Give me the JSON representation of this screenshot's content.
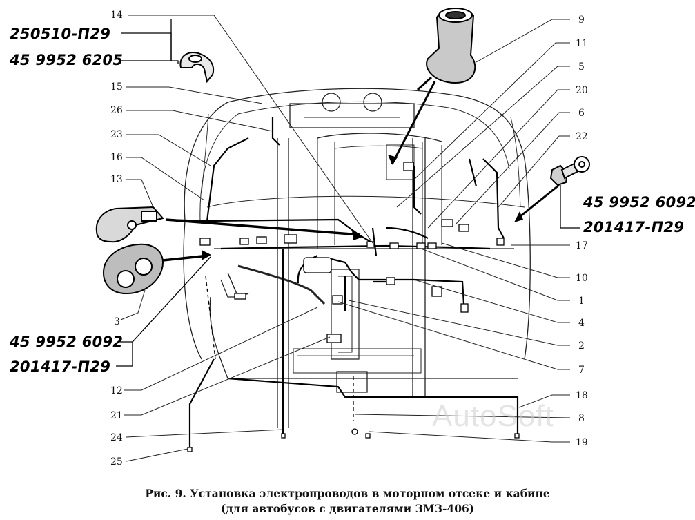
{
  "callouts": {
    "n1": "1",
    "n2": "2",
    "n3": "3",
    "n4": "4",
    "n5": "5",
    "n6": "6",
    "n7": "7",
    "n8": "8",
    "n9": "9",
    "n10": "10",
    "n11": "11",
    "n12": "12",
    "n13": "13",
    "n14": "14",
    "n15": "15",
    "n16": "16",
    "n17": "17",
    "n18": "18",
    "n19": "19",
    "n20": "20",
    "n21": "21",
    "n22": "22",
    "n23": "23",
    "n24": "24",
    "n25": "25",
    "n26": "26"
  },
  "part_numbers": {
    "top_left_1": "250510-П29",
    "top_left_2": "45 9952 6205",
    "bottom_left_1": "45 9952 6092",
    "bottom_left_2": "201417-П29",
    "right_1": "45 9952 6092",
    "right_2": "201417-П29"
  },
  "caption": {
    "line1": "Рис. 9. Установка электропроводов в моторном отсеке и кабине",
    "line2": "(для автобусов с двигателями ЗМЗ-406)"
  },
  "watermark": "AutoSoft"
}
